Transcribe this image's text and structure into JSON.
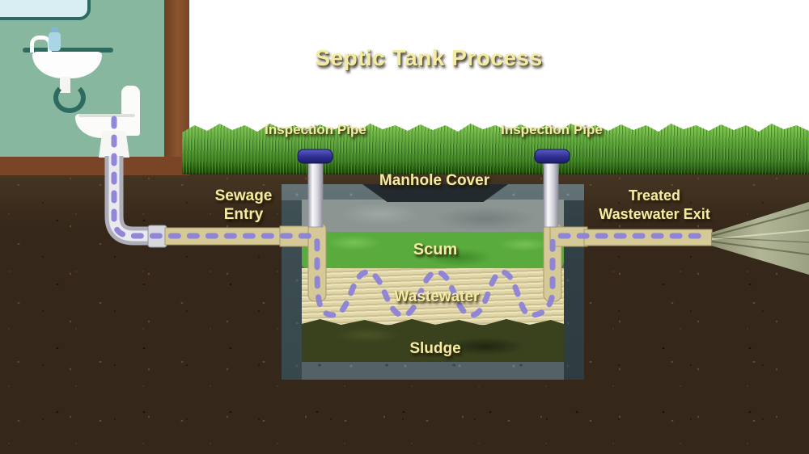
{
  "title": "Septic Tank Process",
  "labels": {
    "inspection_pipe_left": "Inspection Pipe",
    "inspection_pipe_right": "Inspection Pipe",
    "manhole_cover": "Manhole Cover",
    "sewage_entry_line1": "Sewage",
    "sewage_entry_line2": "Entry",
    "treated_exit_line1": "Treated",
    "treated_exit_line2": "Wastewater Exit",
    "scum": "Scum",
    "wastewater": "Wastewater",
    "sludge": "Sludge"
  },
  "colors": {
    "label_text": "#f2eda2",
    "flow_line_purple": "#8c82d7",
    "pipe_tan": "#d6c998",
    "pipe_silver": "#c6c6cf",
    "inspection_cap_navy": "#34349e",
    "scum_green": "#58ab3c",
    "wastewater_tan": "#ded4a6",
    "sludge_olive": "#39411d",
    "tank_stone_grey": "#5a696d",
    "grass_green": "#5ca438",
    "soil_brown": "#35281a",
    "bathroom_wall_green": "#87b89f",
    "bathroom_wall_brown": "#7a4526",
    "sky_white": "#ffffff"
  }
}
